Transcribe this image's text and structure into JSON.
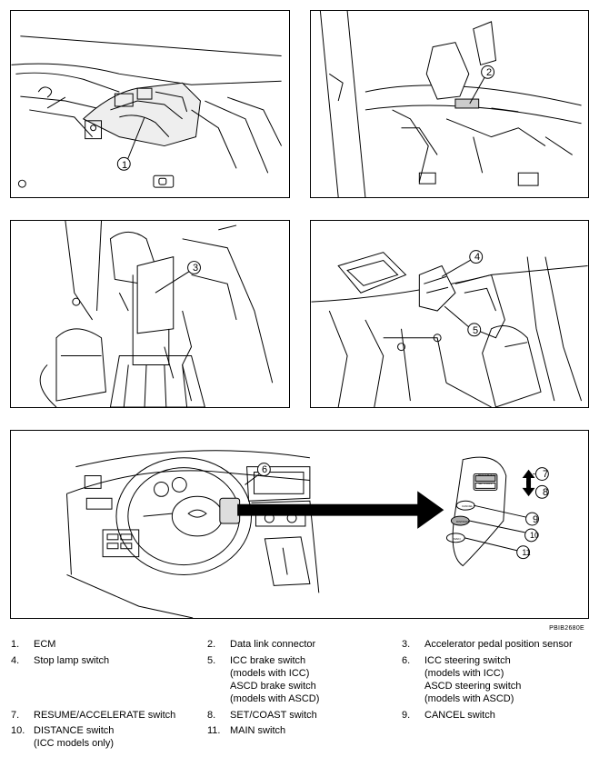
{
  "figure_code": "PBIB2680E",
  "callouts": [
    "1",
    "2",
    "3",
    "4",
    "5",
    "6",
    "7",
    "8",
    "9",
    "10",
    "11"
  ],
  "switch_labels": {
    "resume": "RESUME/ACC",
    "set": "SET/COAST",
    "cancel": "CANCEL",
    "distance": "DISTANCE",
    "main": "MAIN"
  },
  "legend": [
    {
      "num": "1.",
      "text": "ECM"
    },
    {
      "num": "2.",
      "text": "Data link connector"
    },
    {
      "num": "3.",
      "text": "Accelerator pedal position sensor"
    },
    {
      "num": "4.",
      "text": "Stop lamp switch"
    },
    {
      "num": "5.",
      "text": "ICC brake switch\n(models with ICC)\nASCD brake switch\n(models with ASCD)"
    },
    {
      "num": "6.",
      "text": "ICC steering switch\n(models with ICC)\nASCD steering switch\n(models with ASCD)"
    },
    {
      "num": "7.",
      "text": "RESUME/ACCELERATE switch"
    },
    {
      "num": "8.",
      "text": "SET/COAST switch"
    },
    {
      "num": "9.",
      "text": "CANCEL switch"
    },
    {
      "num": "10.",
      "text": "DISTANCE switch\n(ICC models only)"
    },
    {
      "num": "11.",
      "text": "MAIN switch"
    }
  ]
}
